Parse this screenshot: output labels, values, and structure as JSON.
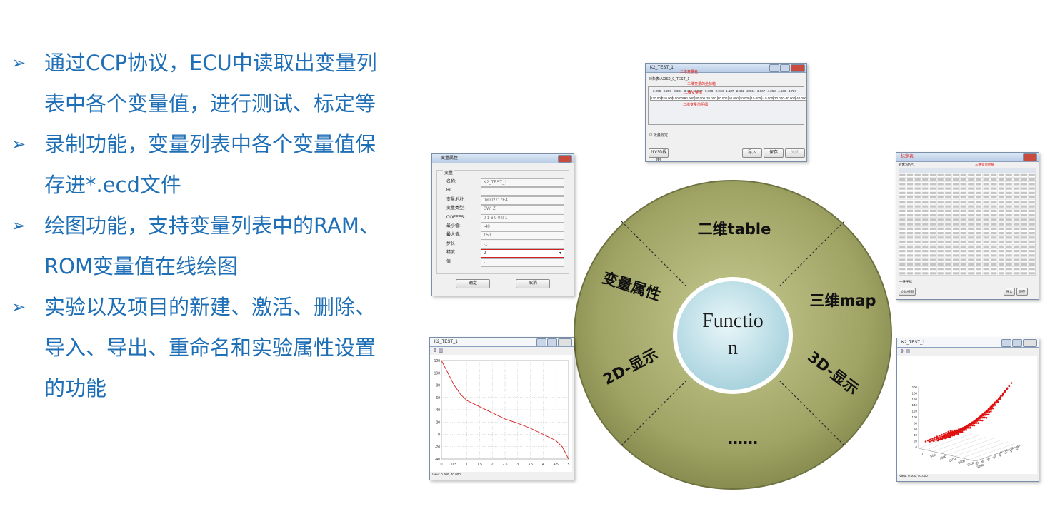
{
  "bullets": [
    {
      "lines": [
        "通过CCP协议，ECU中读取出变量列",
        "表中各个变量值，进行测试、标定等"
      ]
    },
    {
      "lines": [
        "录制功能，变量列表中各个变量值保",
        "存进*.ecd文件"
      ]
    },
    {
      "lines": [
        "绘图功能，支持变量列表中的RAM、",
        "ROM变量值在线绘图"
      ]
    },
    {
      "lines": [
        "实验以及项目的新建、激活、删除、",
        "导入、导出、重命名和实验属性设置",
        "的功能"
      ]
    }
  ],
  "wheel": {
    "center_text_line1": "Functio",
    "center_text_line2": "n",
    "segments": {
      "top": "二维table",
      "left": "变量属性",
      "right": "三维map",
      "lower_left": "2D-显示",
      "lower_right": "3D-显示",
      "bottom": "……"
    },
    "colors": {
      "disc": "#9aa05e",
      "center": "#c4e3ea"
    }
  },
  "table2d_window": {
    "title": "K2_TEST_1",
    "subtitle": "对象表:AXIS0_0_TEST_1",
    "annotations": [
      "二维变量名",
      "二维变量的坐标轴",
      "二维变量值",
      "二维变量值明细"
    ],
    "row_axis": [
      "0.205",
      "0.259",
      "0.331",
      "0.442",
      "0.547",
      "0.708",
      "0.918",
      "1.187",
      "2.432",
      "2.944",
      "3.867",
      "4.268",
      "4.536",
      "4.727"
    ],
    "row_values": [
      "120.000",
      "110.000",
      "100.000",
      "90.000",
      "80.000",
      "70.000",
      "60.000",
      "50.000",
      "20.000",
      "10.000",
      "-10.000",
      "-30.000",
      "-30.000",
      "-40.000"
    ],
    "checkbox_label": "批量标定",
    "btn_left": "2D/3D视图",
    "btn_import": "导入",
    "btn_save": "保存",
    "btn_close": "关闭"
  },
  "props_window": {
    "title": "变量属性",
    "group": "变量",
    "fields": [
      {
        "label": "名称:",
        "value": "K2_TEST_1"
      },
      {
        "label": "Bit",
        "value": "-"
      },
      {
        "label": "变量地址:",
        "value": "0x002717E4"
      },
      {
        "label": "变量类型:",
        "value": "SW_Z"
      },
      {
        "label": "COEFFS:",
        "value": "0 1 6 0 0 0 1"
      },
      {
        "label": "最小值:",
        "value": "-40"
      },
      {
        "label": "最大值:",
        "value": "150"
      },
      {
        "label": "步长",
        "value": "-1"
      },
      {
        "label": "精度:",
        "value": "2"
      },
      {
        "label": "值",
        "value": "-"
      }
    ],
    "ok": "确定",
    "cancel": "取消"
  },
  "map3d_window": {
    "title": "标定表",
    "subtitle": "对象:MAP1",
    "annotation": "三维变量明细",
    "footer_label": "一维坐标",
    "btn_left": "立体视图",
    "btn_a": "导入",
    "btn_b": "保存"
  },
  "plot2d_window": {
    "title": "K2_TEST_1",
    "status": "View: 0.000, 40.000",
    "chart_data": {
      "type": "line",
      "x": [
        0,
        0.25,
        0.5,
        0.75,
        1,
        1.5,
        2,
        2.5,
        3,
        3.5,
        4,
        4.5,
        4.75,
        5
      ],
      "y": [
        120,
        100,
        80,
        65,
        55,
        45,
        35,
        25,
        18,
        10,
        0,
        -10,
        -20,
        -40
      ],
      "xticks": [
        "0",
        "0.5",
        "1",
        "1.5",
        "2",
        "2.5",
        "3",
        "3.5",
        "4",
        "4.5",
        "5"
      ],
      "yticks": [
        "120",
        "100",
        "80",
        "60",
        "40",
        "20",
        "0",
        "-20",
        "-40"
      ],
      "xlim": [
        0,
        5
      ],
      "ylim": [
        -40,
        120
      ],
      "grid": true,
      "line_color": "#d62020"
    }
  },
  "plot3d_window": {
    "title": "K2_TEST_1",
    "status": "View: 0.000, 40.000",
    "zticks": [
      "200",
      "180",
      "160",
      "140",
      "120",
      "100",
      "80",
      "60",
      "40",
      "20",
      "0"
    ],
    "xticks": [
      "0",
      "500",
      "1000",
      "1500",
      "2000",
      "2500",
      "3000"
    ],
    "yticks": [
      "20",
      "40",
      "60",
      "80",
      "100",
      "120",
      "140",
      "160"
    ],
    "point_color": "#e01010"
  }
}
